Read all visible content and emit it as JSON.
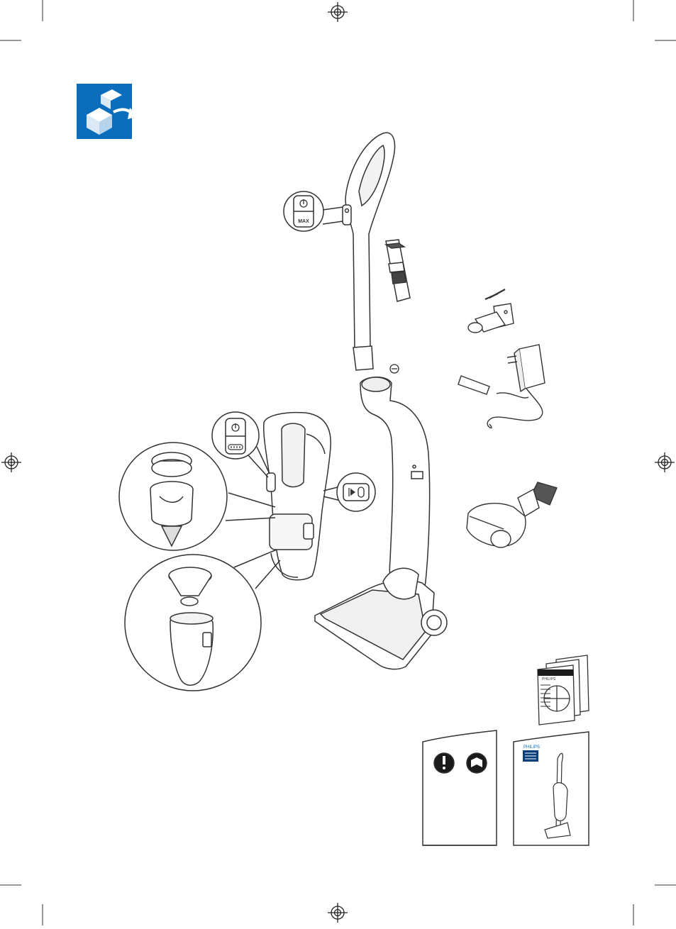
{
  "page": {
    "section_icon": "unbox-icon",
    "accent_color": "#0a6ebd"
  },
  "vacuum": {
    "handle_buttons": [
      "power-icon",
      "max-label"
    ],
    "handle_button_max_label": "MAX",
    "handheld_buttons": [
      "power-icon",
      "battery-indicator-icon"
    ],
    "release_button": "release-button-icon"
  },
  "accessories": {
    "crevice_brush": "crevice-brush-icon",
    "wall_bracket": "wall-bracket-icon",
    "screws": "screw-icon",
    "adapter": "power-adapter-icon",
    "turbo_brush": "turbo-brush-icon"
  },
  "zoom_details": {
    "filter_unit": "filter-icon",
    "dust_container": "dust-container-icon"
  },
  "booklets": {
    "user_manual_brand": "PHILIPS",
    "quick_start_brand": "PHILIPS",
    "warning_icon": "exclamation-icon",
    "read_manual_icon": "read-manual-icon"
  }
}
